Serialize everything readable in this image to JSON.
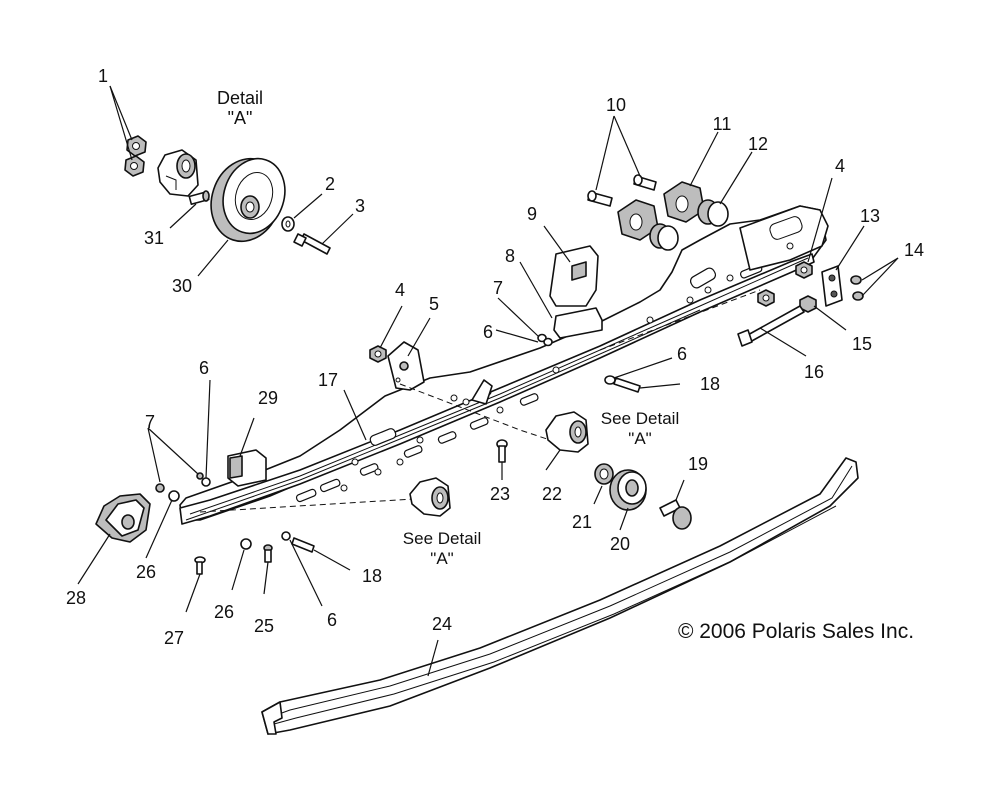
{
  "detail_title": "Detail",
  "detail_letter": "\"A\"",
  "see_detail_1": "See Detail",
  "see_detail_1_letter": "\"A\"",
  "see_detail_2": "See Detail",
  "see_detail_2_letter": "\"A\"",
  "copyright": "© 2006 Polaris Sales Inc.",
  "callouts": {
    "c1": "1",
    "c2": "2",
    "c3": "3",
    "c4a": "4",
    "c4b": "4",
    "c5": "5",
    "c6a": "6",
    "c6b": "6",
    "c6c": "6",
    "c6d": "6",
    "c7a": "7",
    "c7b": "7",
    "c8": "8",
    "c9": "9",
    "c10": "10",
    "c11": "11",
    "c12": "12",
    "c13": "13",
    "c14": "14",
    "c15": "15",
    "c16": "16",
    "c17": "17",
    "c18a": "18",
    "c18b": "18",
    "c19": "19",
    "c20": "20",
    "c21": "21",
    "c22": "22",
    "c23": "23",
    "c24": "24",
    "c25": "25",
    "c26a": "26",
    "c26b": "26",
    "c27": "27",
    "c28": "28",
    "c29": "29",
    "c30": "30",
    "c31": "31"
  }
}
